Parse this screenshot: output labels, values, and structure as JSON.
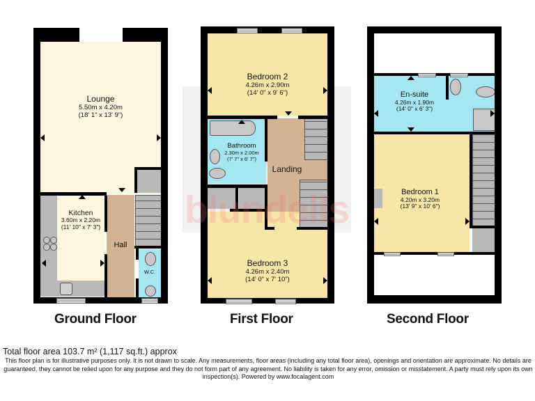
{
  "floors": [
    {
      "title": "Ground Floor",
      "rooms": [
        {
          "name": "Lounge",
          "metric": "5.50m x 4.20m",
          "imperial": "(18' 1\" x 13' 9\")"
        },
        {
          "name": "Kitchen",
          "metric": "3.60m x 2.20m",
          "imperial": "(11' 10\" x 7' 3\")"
        },
        {
          "name": "Hall"
        },
        {
          "name": "W.C."
        }
      ]
    },
    {
      "title": "First Floor",
      "rooms": [
        {
          "name": "Bedroom 2",
          "metric": "4.26m x 2.90m",
          "imperial": "(14' 0\" x 9' 6\")"
        },
        {
          "name": "Bathroom",
          "metric": "2.30m x 2.00m",
          "imperial": "(7' 7\" x 6' 7\")"
        },
        {
          "name": "Landing"
        },
        {
          "name": "Bedroom 3",
          "metric": "4.26m x 2.40m",
          "imperial": "(14' 0\" x 7' 10\")"
        }
      ]
    },
    {
      "title": "Second Floor",
      "rooms": [
        {
          "name": "En-suite",
          "metric": "4.26m x 1.90m",
          "imperial": "(14' 0\" x 6' 3\")"
        },
        {
          "name": "Bedroom 1",
          "metric": "4.20m x 3.20m",
          "imperial": "(13' 9\" x 10' 6\")"
        }
      ]
    }
  ],
  "watermark": {
    "text": "blundells",
    "letter": "B"
  },
  "footer": {
    "total_area": "Total floor area 103.7 m² (1,117 sq.ft.) approx",
    "disclaimer": "This floor plan is for illustrative purposes only. It is not drawn to scale. Any measurements, floor areas (including any total floor area), openings and orientation are approximate. No details are guaranteed, they cannot be relied upon for any purpose and they do not form part of any agreement. No liability is taken for any error, omission or misstatement. A party must rely upon its own inspection(s). Powered by www.focalagent.com"
  },
  "colors": {
    "lounge": "#fbf6dd",
    "bedroom": "#f7e6a8",
    "wet_room": "#a6e6f2",
    "hall": "#d2b392",
    "storage": "#b9b9b9",
    "wall": "#000000"
  }
}
